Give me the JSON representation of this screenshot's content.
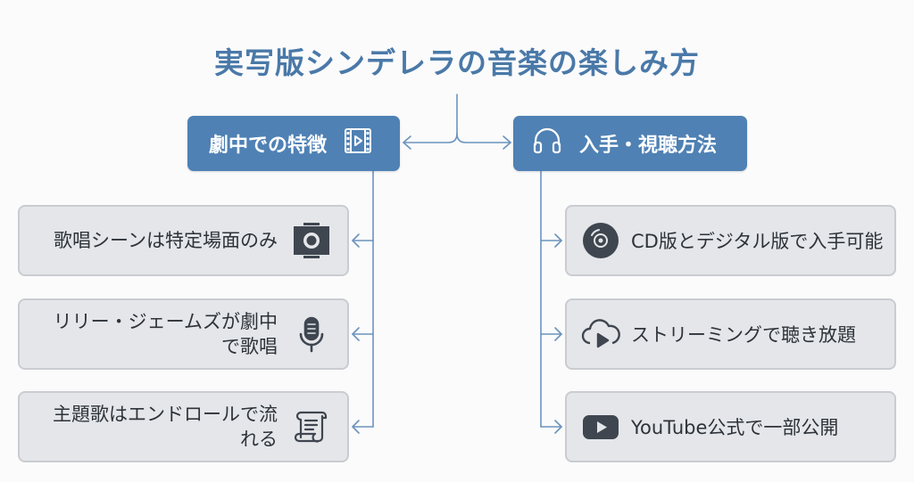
{
  "title": "実写版シンデレラの音楽の楽しみ方",
  "left_category": {
    "label": "劇中での特徴",
    "icon": "film-strip-icon"
  },
  "right_category": {
    "label": "入手・視聴方法",
    "icon": "headphones-icon"
  },
  "left_items": [
    {
      "text": "歌唱シーンは特定場面のみ",
      "icon": "spotlight-icon"
    },
    {
      "text": "リリー・ジェームズが劇中で歌唱",
      "icon": "microphone-icon"
    },
    {
      "text": "主題歌はエンドロールで流れる",
      "icon": "scroll-icon"
    }
  ],
  "right_items": [
    {
      "text": "CD版とデジタル版で入手可能",
      "icon": "cd-icon"
    },
    {
      "text": "ストリーミングで聴き放題",
      "icon": "cloud-play-icon"
    },
    {
      "text": "YouTube公式で一部公開",
      "icon": "youtube-icon"
    }
  ],
  "colors": {
    "category_bg": "#4f81b4",
    "title": "#4a79a8",
    "box_bg": "#e4e6e9",
    "box_border": "#c9ccd1",
    "connector": "#6b93bd",
    "icon": "#3f4650"
  }
}
